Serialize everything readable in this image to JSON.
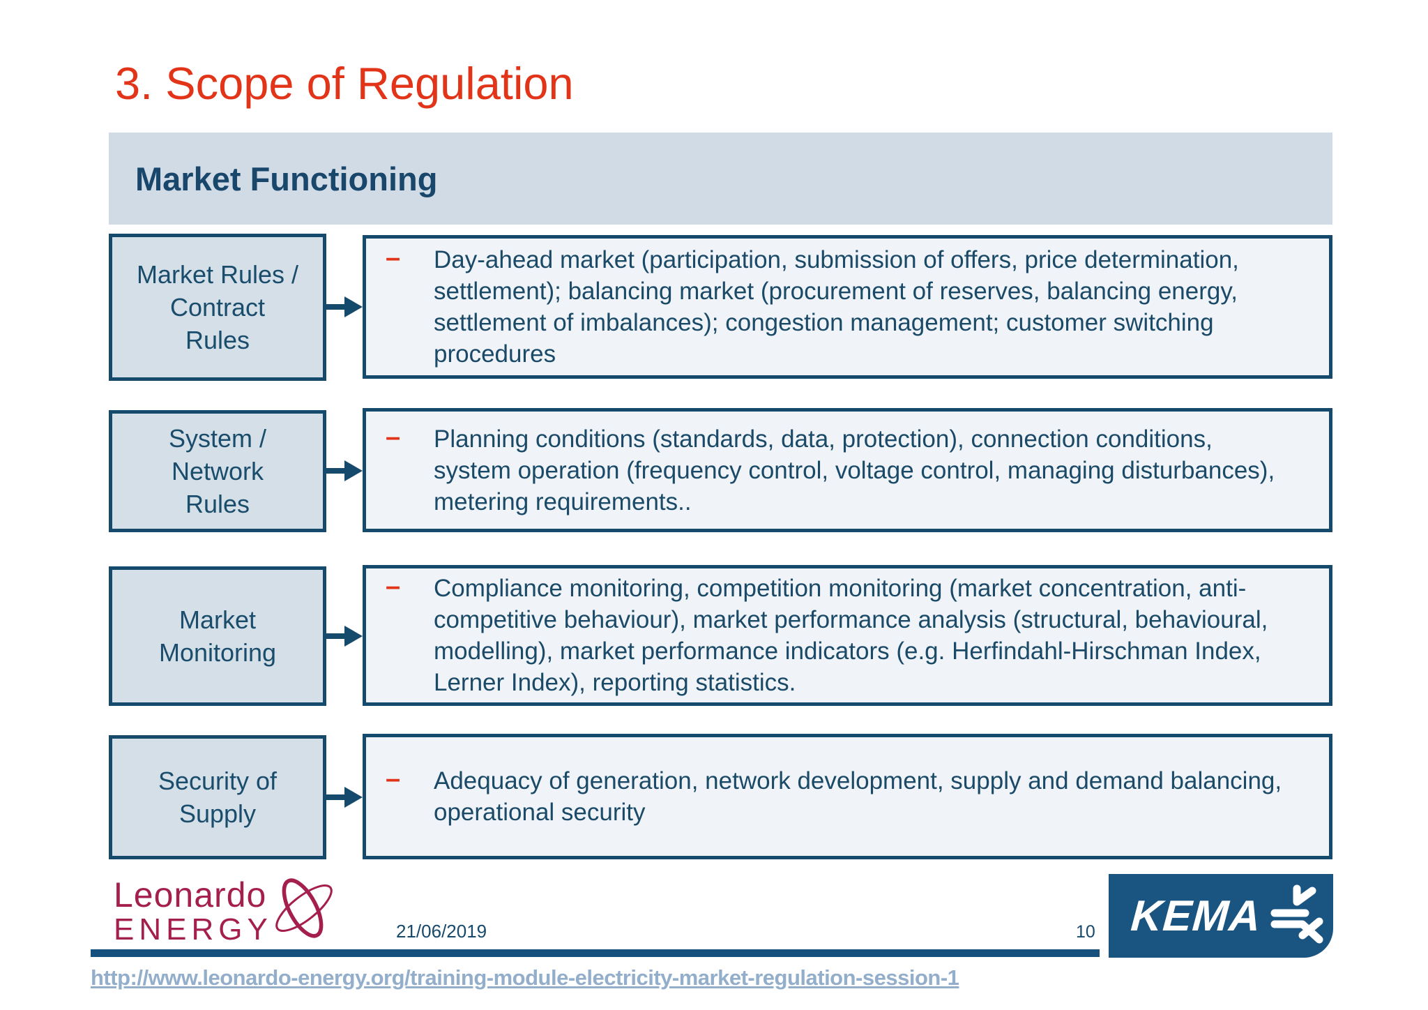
{
  "title": "3. Scope of Regulation",
  "section_header": "Market Functioning",
  "bullet_char": "–",
  "rows": [
    {
      "label": "Market Rules /\nContract\nRules",
      "text": "Day-ahead market (participation, submission of offers, price determination, settlement); balancing market (procurement of reserves, balancing energy, settlement of imbalances); congestion management; customer switching procedures"
    },
    {
      "label": "System /\nNetwork\nRules",
      "text": "Planning conditions (standards, data, protection), connection conditions, system operation (frequency control, voltage control, managing disturbances), metering requirements.."
    },
    {
      "label": "Market\nMonitoring",
      "text": "Compliance monitoring, competition monitoring (market concentration, anti-competitive behaviour), market performance analysis (structural, behavioural, modelling), market performance indicators (e.g. Herfindahl-Hirschman Index, Lerner Index), reporting statistics."
    },
    {
      "label": "Security of\nSupply",
      "text": "Adequacy of generation, network development, supply and demand balancing, operational security"
    }
  ],
  "footer": {
    "logo_line1": "Leonardo",
    "logo_line2": "ENERGY",
    "date": "21/06/2019",
    "page_number": "10",
    "kema_label": "KEMA",
    "url": "http://www.leonardo-energy.org/training-module-electricity-market-regulation-session-1"
  },
  "colors": {
    "title_red": "#E23418",
    "navy_text": "#1A4A67",
    "border_navy": "#164A6D",
    "header_bar_fill": "#D1DBE6",
    "left_box_fill": "#D4DFE8",
    "panel_fill": "#F0F3F7",
    "leonardo_crimson": "#A41E4E",
    "kema_blue": "#1A5480",
    "url_blue": "#93AECB",
    "footer_line_blue": "#15517C"
  }
}
